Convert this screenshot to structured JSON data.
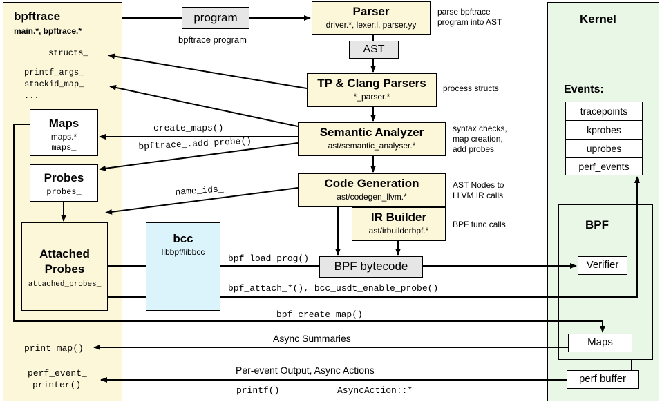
{
  "bpftrace_panel": {
    "title": "bpftrace",
    "subtitle": "main.*, bpftrace.*",
    "structs": "structs_",
    "printf_args": "printf_args_",
    "stackid_map": "stackid_map_",
    "ellipsis": "...",
    "maps": {
      "title": "Maps",
      "file": "maps.*",
      "member": "maps_"
    },
    "probes": {
      "title": "Probes",
      "member": "probes_"
    },
    "attached": {
      "title_line1": "Attached",
      "title_line2": "Probes",
      "member": "attached_probes_"
    },
    "print_map": "print_map()",
    "perf_printer_line1": "perf_event_",
    "perf_printer_line2": "printer()"
  },
  "program": {
    "label": "program",
    "caption": "bpftrace program"
  },
  "parser": {
    "title": "Parser",
    "files": "driver.*, lexer.l, parser.yy",
    "note_line1": "parse bpftrace",
    "note_line2": "program into AST"
  },
  "ast": {
    "label": "AST"
  },
  "tp_clang": {
    "title": "TP & Clang Parsers",
    "files": "*_parser.*",
    "note": "process structs"
  },
  "semantic": {
    "title": "Semantic Analyzer",
    "files": "ast/semantic_analyser.*",
    "note_line1": "syntax checks,",
    "note_line2": "map creation,",
    "note_line3": "add probes"
  },
  "codegen": {
    "title": "Code Generation",
    "files": "ast/codegen_llvm.*",
    "note_line1": "AST Nodes to",
    "note_line2": "LLVM IR calls"
  },
  "irbuilder": {
    "title": "IR Builder",
    "files": "ast/irbuilderbpf.*",
    "note": "BPF func calls"
  },
  "bcc": {
    "title": "bcc",
    "files": "libbpf/libbcc"
  },
  "bytecode": {
    "label": "BPF bytecode"
  },
  "edges": {
    "create_maps": "create_maps()",
    "add_probe": "bpftrace_.add_probe()",
    "name_ids": "name_ids_",
    "bpf_load_prog": "bpf_load_prog()",
    "bpf_attach": "bpf_attach_*(), bcc_usdt_enable_probe()",
    "bpf_create_map": "bpf_create_map()",
    "async_summaries": "Async Summaries",
    "per_event": "Per-event Output, Async Actions",
    "printf": "printf()",
    "async_action": "AsyncAction::*"
  },
  "kernel": {
    "title": "Kernel",
    "events_label": "Events:",
    "events": [
      "tracepoints",
      "kprobes",
      "uprobes",
      "perf_events"
    ],
    "bpf": {
      "title": "BPF",
      "verifier": "Verifier",
      "maps": "Maps"
    },
    "perf_buffer": "perf buffer"
  },
  "colors": {
    "bpftrace_bg": "#fcf7d9",
    "kernel_bg": "#e9f8e6",
    "bcc_bg": "#dbf3fb",
    "grey_box": "#e6e6e6"
  }
}
